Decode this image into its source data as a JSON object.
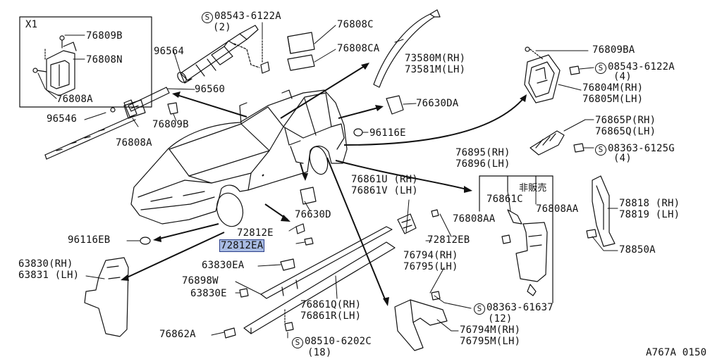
{
  "diagram_code": "A767A 0150",
  "inset_label": "X1",
  "not_for_sale": "非販売",
  "labels": {
    "p76809B": "76809B",
    "p76808N": "76808N",
    "p76808A_inset": "76808A",
    "s08543_6122A_top": "08543-6122A",
    "q2": "(2)",
    "p96564": "96564",
    "p96560": "96560",
    "p96546": "96546",
    "p76809B_b": "76809B",
    "p76808A": "76808A",
    "p76808C": "76808C",
    "p76808CA": "76808CA",
    "p73580M": "73580M(RH)",
    "p73581M": "73581M(LH)",
    "p76809BA": "76809BA",
    "s08543_6122A": "08543-6122A",
    "q4a": "(4)",
    "p76804M": "76804M(RH)",
    "p76805M": "76805M(LH)",
    "p76630DA": "76630DA",
    "p96116E": "96116E",
    "p76865P": "76865P(RH)",
    "p76865Q": "76865Q(LH)",
    "s08363_6125G": "08363-6125G",
    "q4b": "(4)",
    "p76895": "76895(RH)",
    "p76896": "76896(LH)",
    "p76861U": "76861U (RH)",
    "p76861V": "76861V (LH)",
    "p76861C": "76861C",
    "p76808AA_a": "76808AA",
    "p76808AA_b": "76808AA",
    "p78818": "78818 (RH)",
    "p78819": "78819 (LH)",
    "p78850A": "78850A",
    "p76630D": "76630D",
    "p72812E": "72812E",
    "p72812EA": "72812EA",
    "p72812EB": "72812EB",
    "p96116EB": "96116EB",
    "p63830": "63830(RH)",
    "p63831": "63831 (LH)",
    "p63830EA": "63830EA",
    "p76898W": "76898W",
    "p63830E": "63830E",
    "p76861Q": "76861Q(RH)",
    "p76861R": "76861R(LH)",
    "p76794": "76794(RH)",
    "p76795": "76795(LH)",
    "s08363_61637": "08363-61637",
    "q12": "(12)",
    "p76794M": "76794M(RH)",
    "p76795M": "76795M(LH)",
    "p76862A": "76862A",
    "s08510_6202C": "08510-6202C",
    "q18": "(18)"
  },
  "screw_symbol": "S"
}
